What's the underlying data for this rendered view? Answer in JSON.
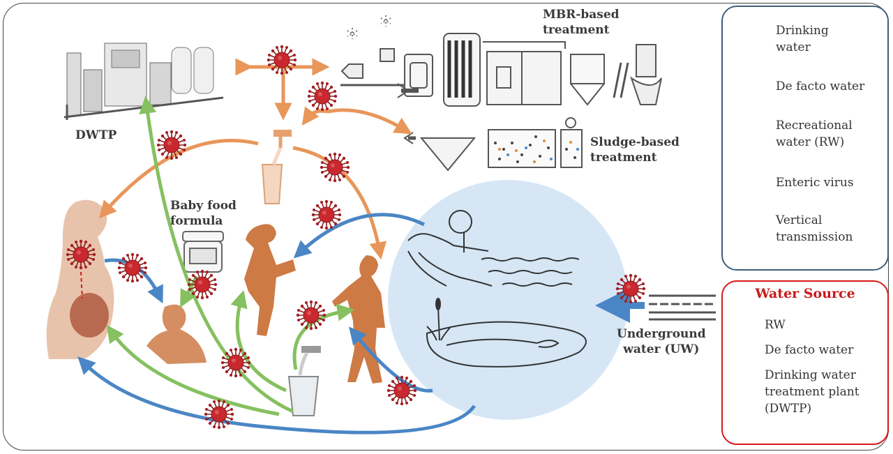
{
  "labels": {
    "dwtp": "DWTP",
    "mbr_line1": "MBR-based",
    "mbr_line2": "treatment",
    "sludge_line1": "Sludge-based",
    "sludge_line2": "treatment",
    "baby_line1": "Baby food",
    "baby_line2": "formula",
    "uw_line1": "Underground",
    "uw_line2": "water (UW)"
  },
  "legend": {
    "items": [
      {
        "icon": "drinking-water-tap-icon",
        "lines": [
          "Drinking",
          "water"
        ]
      },
      {
        "icon": "de-facto-water-tap-icon",
        "lines": [
          "De facto water"
        ]
      },
      {
        "icon": "recreational-water-circle-icon",
        "lines": [
          "Recreational",
          "water (RW)"
        ]
      },
      {
        "icon": "enteric-virus-icon",
        "lines": [
          "Enteric virus"
        ]
      },
      {
        "icon": "dashed-line-icon",
        "lines": [
          "Vertical",
          "transmission"
        ]
      }
    ]
  },
  "water_source": {
    "title": "Water Source",
    "items": [
      {
        "label": "RW",
        "color": "#4a86c5",
        "lines": [
          "RW"
        ]
      },
      {
        "label": "De facto water",
        "color": "#f0a06a",
        "lines": [
          "De facto water"
        ]
      },
      {
        "label": "Drinking water treatment plant (DWTP)",
        "color": "#8cc46a",
        "lines": [
          "Drinking water",
          "treatment plant",
          "(DWTP)"
        ]
      }
    ]
  },
  "colors": {
    "rw_arrow": "#4a86c5",
    "defacto_arrow": "#e8965a",
    "dwtp_arrow": "#86c060",
    "virus": "#c8282e",
    "rw_circle": "#d6e6f5",
    "human": "#cd7a45",
    "legend_top_border": "#3d5f7c",
    "legend_bottom_border": "#d81818",
    "vertical_transmission": "#d81818"
  }
}
